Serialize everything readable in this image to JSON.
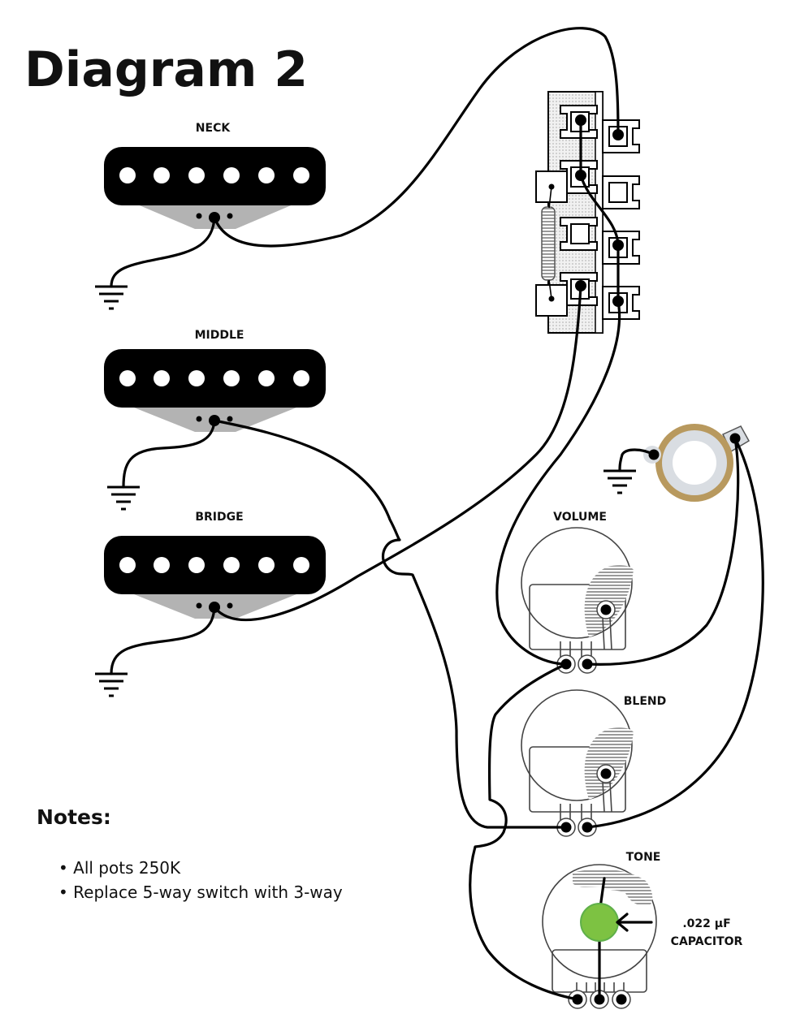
{
  "title": "Diagram 2",
  "pickups": [
    {
      "id": "neck",
      "label": "NECK"
    },
    {
      "id": "middle",
      "label": "MIDDLE"
    },
    {
      "id": "bridge",
      "label": "BRIDGE"
    }
  ],
  "controls": {
    "volume": {
      "label": "VOLUME"
    },
    "blend": {
      "label": "BLEND"
    },
    "tone": {
      "label": "TONE"
    }
  },
  "capacitor": {
    "value_label": ".022 µF",
    "type_label": "CAPACITOR",
    "color": "#7dc242"
  },
  "jack": {
    "ring_color": "#b8995e",
    "inner_color": "#d9dde2"
  },
  "notes": {
    "heading": "Notes:",
    "items": [
      "• All pots 250K",
      "• Replace 5-way switch with 3-way"
    ]
  },
  "colors": {
    "wire": "#000000",
    "pickup_body": "#000000",
    "pickup_base": "#b3b3b3",
    "switch_fill": "#e6e6e6"
  }
}
